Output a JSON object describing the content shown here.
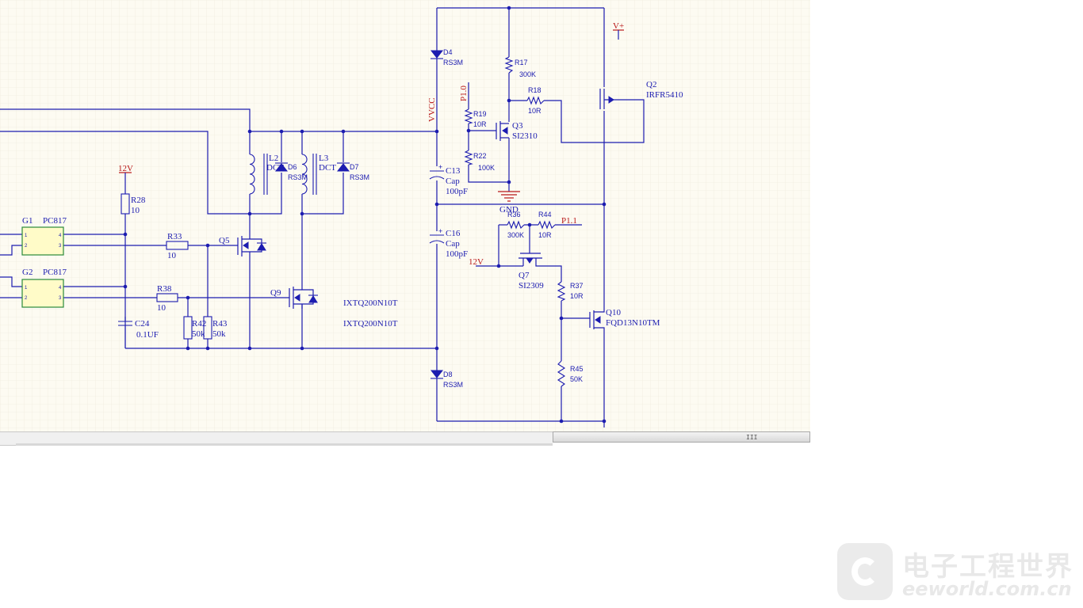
{
  "colors": {
    "wire": "#1c1cb0",
    "power_label": "#b81818",
    "sheet_bg": "#fdfbf2",
    "grid": "#ece8d8",
    "optocoupler_fill": "#fffbc8"
  },
  "components": {
    "D4": {
      "ref": "D4",
      "value": "RS3M"
    },
    "D6": {
      "ref": "D6",
      "value": "RS3M"
    },
    "D7": {
      "ref": "D7",
      "value": "RS3M"
    },
    "D8": {
      "ref": "D8",
      "value": "RS3M"
    },
    "L2": {
      "ref": "L2",
      "value": "DCT"
    },
    "L3": {
      "ref": "L3",
      "value": "DCT"
    },
    "R17": {
      "ref": "R17",
      "value": "300K"
    },
    "R18": {
      "ref": "R18",
      "value": "10R"
    },
    "R19": {
      "ref": "R19",
      "value": "10R"
    },
    "R22": {
      "ref": "R22",
      "value": "100K"
    },
    "R28": {
      "ref": "R28",
      "value": "10"
    },
    "R33": {
      "ref": "R33",
      "value": "10"
    },
    "R36": {
      "ref": "R36",
      "value": "300K"
    },
    "R37": {
      "ref": "R37",
      "value": "10R"
    },
    "R38": {
      "ref": "R38",
      "value": "10"
    },
    "R42": {
      "ref": "R42",
      "value": "50k"
    },
    "R43": {
      "ref": "R43",
      "value": "50k"
    },
    "R44": {
      "ref": "R44",
      "value": "10R"
    },
    "R45": {
      "ref": "R45",
      "value": "50K"
    },
    "C13": {
      "ref": "C13",
      "type": "Cap",
      "value": "100pF"
    },
    "C16": {
      "ref": "C16",
      "type": "Cap",
      "value": "100pF"
    },
    "C24": {
      "ref": "C24",
      "value": "0.1UF"
    },
    "Q2": {
      "ref": "Q2",
      "value": "IRFR5410"
    },
    "Q3": {
      "ref": "Q3",
      "value": "SI2310"
    },
    "Q5": {
      "ref": "Q5",
      "value": "IXTQ200N10T"
    },
    "Q7": {
      "ref": "Q7",
      "value": "SI2309"
    },
    "Q9": {
      "ref": "Q9",
      "value": "IXTQ200N10T"
    },
    "Q10": {
      "ref": "Q10",
      "value": "FQD13N10TM"
    },
    "G1": {
      "ref": "G1",
      "value": "PC817"
    },
    "G2": {
      "ref": "G2",
      "value": "PC817"
    }
  },
  "nets": {
    "vplus": "V+",
    "vvcc": "VVCC",
    "p10": "P1.0",
    "p11": "P1.1",
    "gnd": "GND",
    "v12a": "12V",
    "v12b": "12V"
  },
  "opto_pins": {
    "p1": "1",
    "p2": "2",
    "p3": "3",
    "p4": "4"
  },
  "watermark": {
    "cn": "电子工程世界",
    "en": "eeworld.com.cn"
  },
  "scrollbar": {
    "grip": "III"
  }
}
